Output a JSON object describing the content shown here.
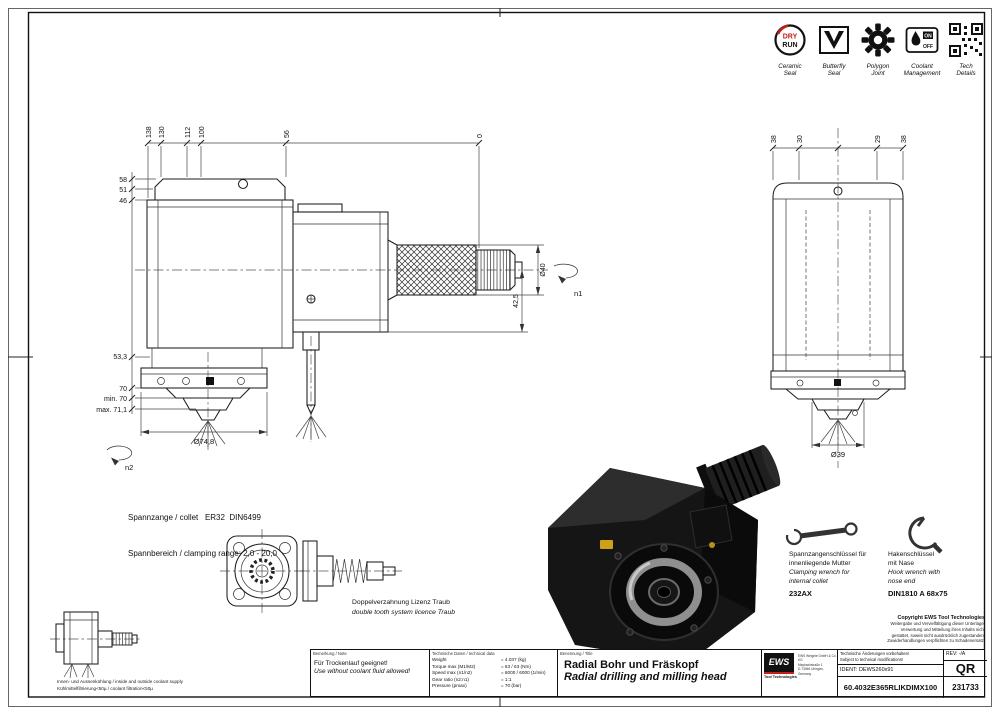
{
  "feature_icons": {
    "items": [
      {
        "label1": "Ceramic",
        "label2": "Seal"
      },
      {
        "label1": "Butterfly",
        "label2": "Seal"
      },
      {
        "label1": "Polygon",
        "label2": "Joint"
      },
      {
        "label1": "Coolant",
        "label2": "Management"
      },
      {
        "label1": "Tech",
        "label2": "Details"
      }
    ],
    "dry": "DRY",
    "run": "RUN",
    "on": "ON",
    "off": "OFF"
  },
  "main_view": {
    "top_dims": {
      "d138": "138",
      "d130": "130",
      "d112": "112",
      "d100": "100",
      "d56": "56",
      "d0": "0"
    },
    "left_dims": {
      "d58": "58",
      "d51": "51",
      "d46": "46",
      "d533": "53,3",
      "d70": "70",
      "dmin": "min. 70",
      "dmax": "max. 71,1"
    },
    "dia_flange": "Ø74,8",
    "dia_shank": "Ø40",
    "d425": "42,5",
    "n1": "n1",
    "n2": "n2"
  },
  "side_view": {
    "top_dims": {
      "a": "38",
      "b": "30",
      "c": "29",
      "d": "38"
    },
    "dia": "Ø39"
  },
  "collet_note": {
    "line1": "Spannzange / collet   ER32  DIN6499",
    "line2": "Spannbereich / clamping range: 2,0 - 20,0"
  },
  "traub_note": {
    "line1": "Doppelverzahnung Lizenz Traub",
    "line2": "double tooth system licence Traub"
  },
  "coolant_note": {
    "line1": "Innen- und Aussenkühlung / inside and outside coolant supply",
    "line2": "Kühlmittelfiltrierung<50µ / coolant filtration<50µ"
  },
  "wrenches": {
    "clamping": {
      "de1": "Spannzangenschlüssel für",
      "de2": "innenliegende Mutter",
      "en1": "Clamping wrench for",
      "en2": "internal collet",
      "code": "232AX"
    },
    "hook": {
      "de1": "Hakenschlüssel",
      "de2": "mit Nase",
      "en1": "Hook wrench with",
      "en2": "nose end",
      "code": "DIN1810 A 68x75"
    }
  },
  "copyright": {
    "title": "Copyright EWS Tool Technologies",
    "l1": "Weitergabe und Vervielfältigung dieser Unterlage,",
    "l2": "Verwertung und Mitteilung ihres Inhalts nicht",
    "l3": "gestattet, soweit nicht ausdrücklich zugestanden.",
    "l4": "Zuwiderhandlungen verpflichten zu Schadenersatz."
  },
  "title_block": {
    "note_header": "Bemerkung / Note",
    "note_de": "Für Trockenlauf geeignet!",
    "note_en": "Use without coolant fluid allowed!",
    "tech_header": "Technische Daten / technical data",
    "tech_rows": [
      {
        "label": "Weight",
        "value": "= 4.037  (kg)"
      },
      {
        "label": "Torque max (M1/M2)",
        "value": "= 63 / 63  (Nm)"
      },
      {
        "label": "Speed max (n1/n2)",
        "value": "= 6000 / 6000 (1/min)"
      },
      {
        "label": "Gear ratio (n2:n1)",
        "value": "= 1:1"
      },
      {
        "label": "Pressure (pmax)",
        "value": "= 70  (bar)"
      }
    ],
    "title_header": "Benennung / Title",
    "title_de": "Radial Bohr und Fräskopf",
    "title_en": "Radial drilling and milling head",
    "logo_text": "EWS",
    "logo_sub": "Tool Technologies",
    "addr1": "EWS Weigele GmbH & Co. KG",
    "addr2": "Maybachstraße 1",
    "addr3": "D-73066 Uhingen, Germany",
    "mod_de": "Technische Änderungen vorbehalten!",
    "mod_en": "Subject to technical modifications!",
    "ident": "IDENT:  DEWS260x91",
    "rev": "REV:  -/A",
    "part_number": "60.4032E365RLIKDIMX100",
    "doc_number": "231733",
    "qr": "QR"
  }
}
